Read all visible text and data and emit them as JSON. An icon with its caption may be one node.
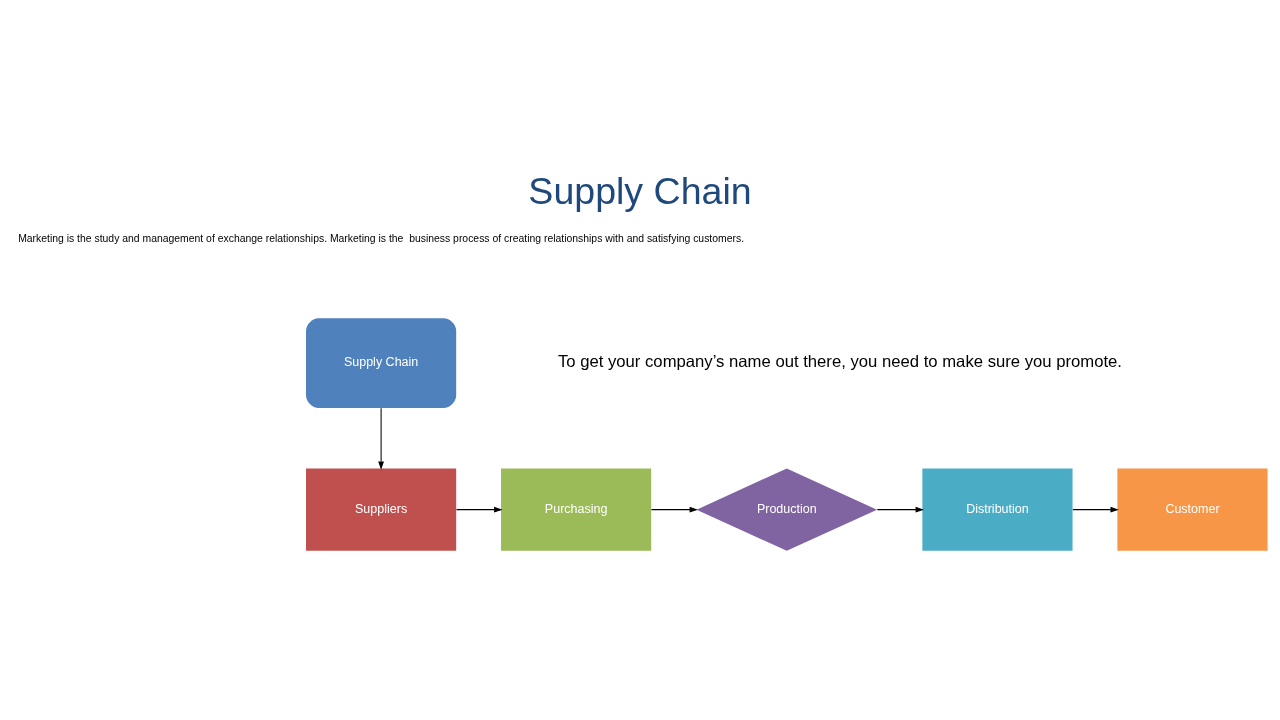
{
  "diagram": {
    "title": "Supply Chain",
    "nodes": [
      {
        "text": [
          "Supply Chain"
        ]
      },
      {
        "text": [
          "Suppliers"
        ]
      },
      {
        "text": [
          "Purchasing"
        ]
      },
      {
        "text": [
          "Production"
        ]
      },
      {
        "text": [
          "Distribution"
        ]
      },
      {
        "text": [
          "Customer"
        ]
      }
    ],
    "edges": [
      {
        "from": 0,
        "to": 1,
        "arrow": "to"
      },
      {
        "from": 1,
        "to": 2,
        "arrow": "to"
      },
      {
        "from": 2,
        "to": 3,
        "arrow": "to"
      },
      {
        "from": 3,
        "to": 4,
        "arrow": "to"
      },
      {
        "from": 4,
        "to": 5,
        "arrow": "to"
      }
    ],
    "labels": [
      "Marketing is the study and management of exchange relationships. Marketing is the  business process of creating relationships with and satisfying customers.",
      "To get your company’s name out there, you need to make sure you promote."
    ]
  }
}
